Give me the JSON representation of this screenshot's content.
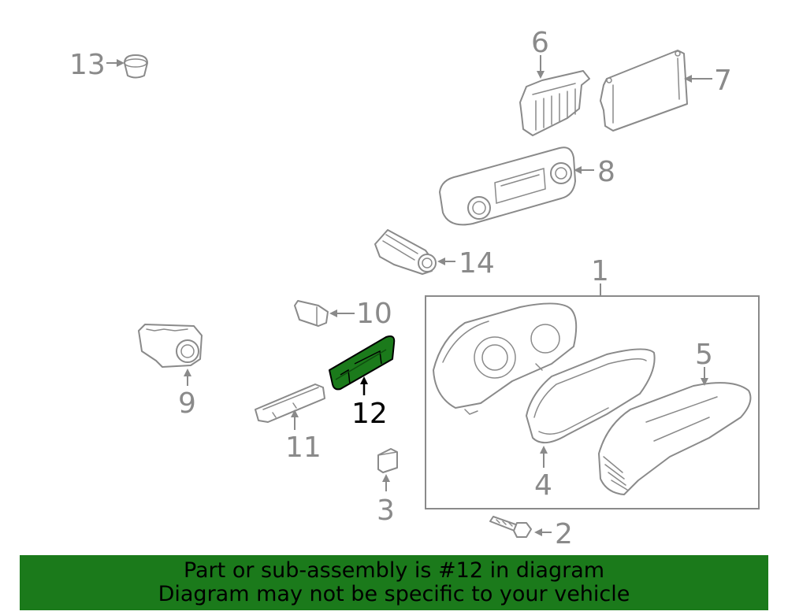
{
  "callouts": {
    "c1": "1",
    "c2": "2",
    "c3": "3",
    "c4": "4",
    "c5": "5",
    "c6": "6",
    "c7": "7",
    "c8": "8",
    "c9": "9",
    "c10": "10",
    "c11": "11",
    "c12": "12",
    "c13": "13",
    "c14": "14"
  },
  "highlight": {
    "part_number": "12",
    "color": "#1b7a1b"
  },
  "banner": {
    "line1": "Part or sub-assembly is #12 in diagram",
    "line2": "Diagram may not be specific to your vehicle",
    "color": "#1b7a1b"
  }
}
